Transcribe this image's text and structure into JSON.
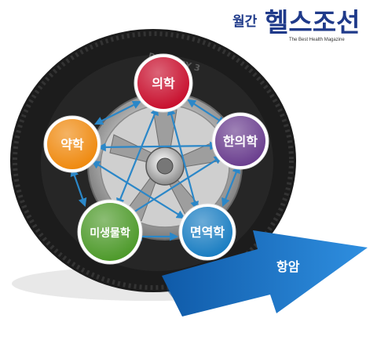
{
  "masthead": {
    "prefix": "월간",
    "name": "헬스조선",
    "tagline": "The Best Health Magazine",
    "color": "#1f3a8a"
  },
  "tire": {
    "sidewall_text": "PRIMACY 3"
  },
  "nodes": [
    {
      "label": "의학",
      "color": "#c8102e"
    },
    {
      "label": "한의학",
      "color": "#6b3f8f"
    },
    {
      "label": "면역학",
      "color": "#1b7ec2"
    },
    {
      "label": "미생물학",
      "color": "#4e9a2b"
    },
    {
      "label": "약학",
      "color": "#ef8a10"
    }
  ],
  "arrow": {
    "label": "항암",
    "color": "#1a6fc4"
  },
  "connector_color": "#2b87c8"
}
